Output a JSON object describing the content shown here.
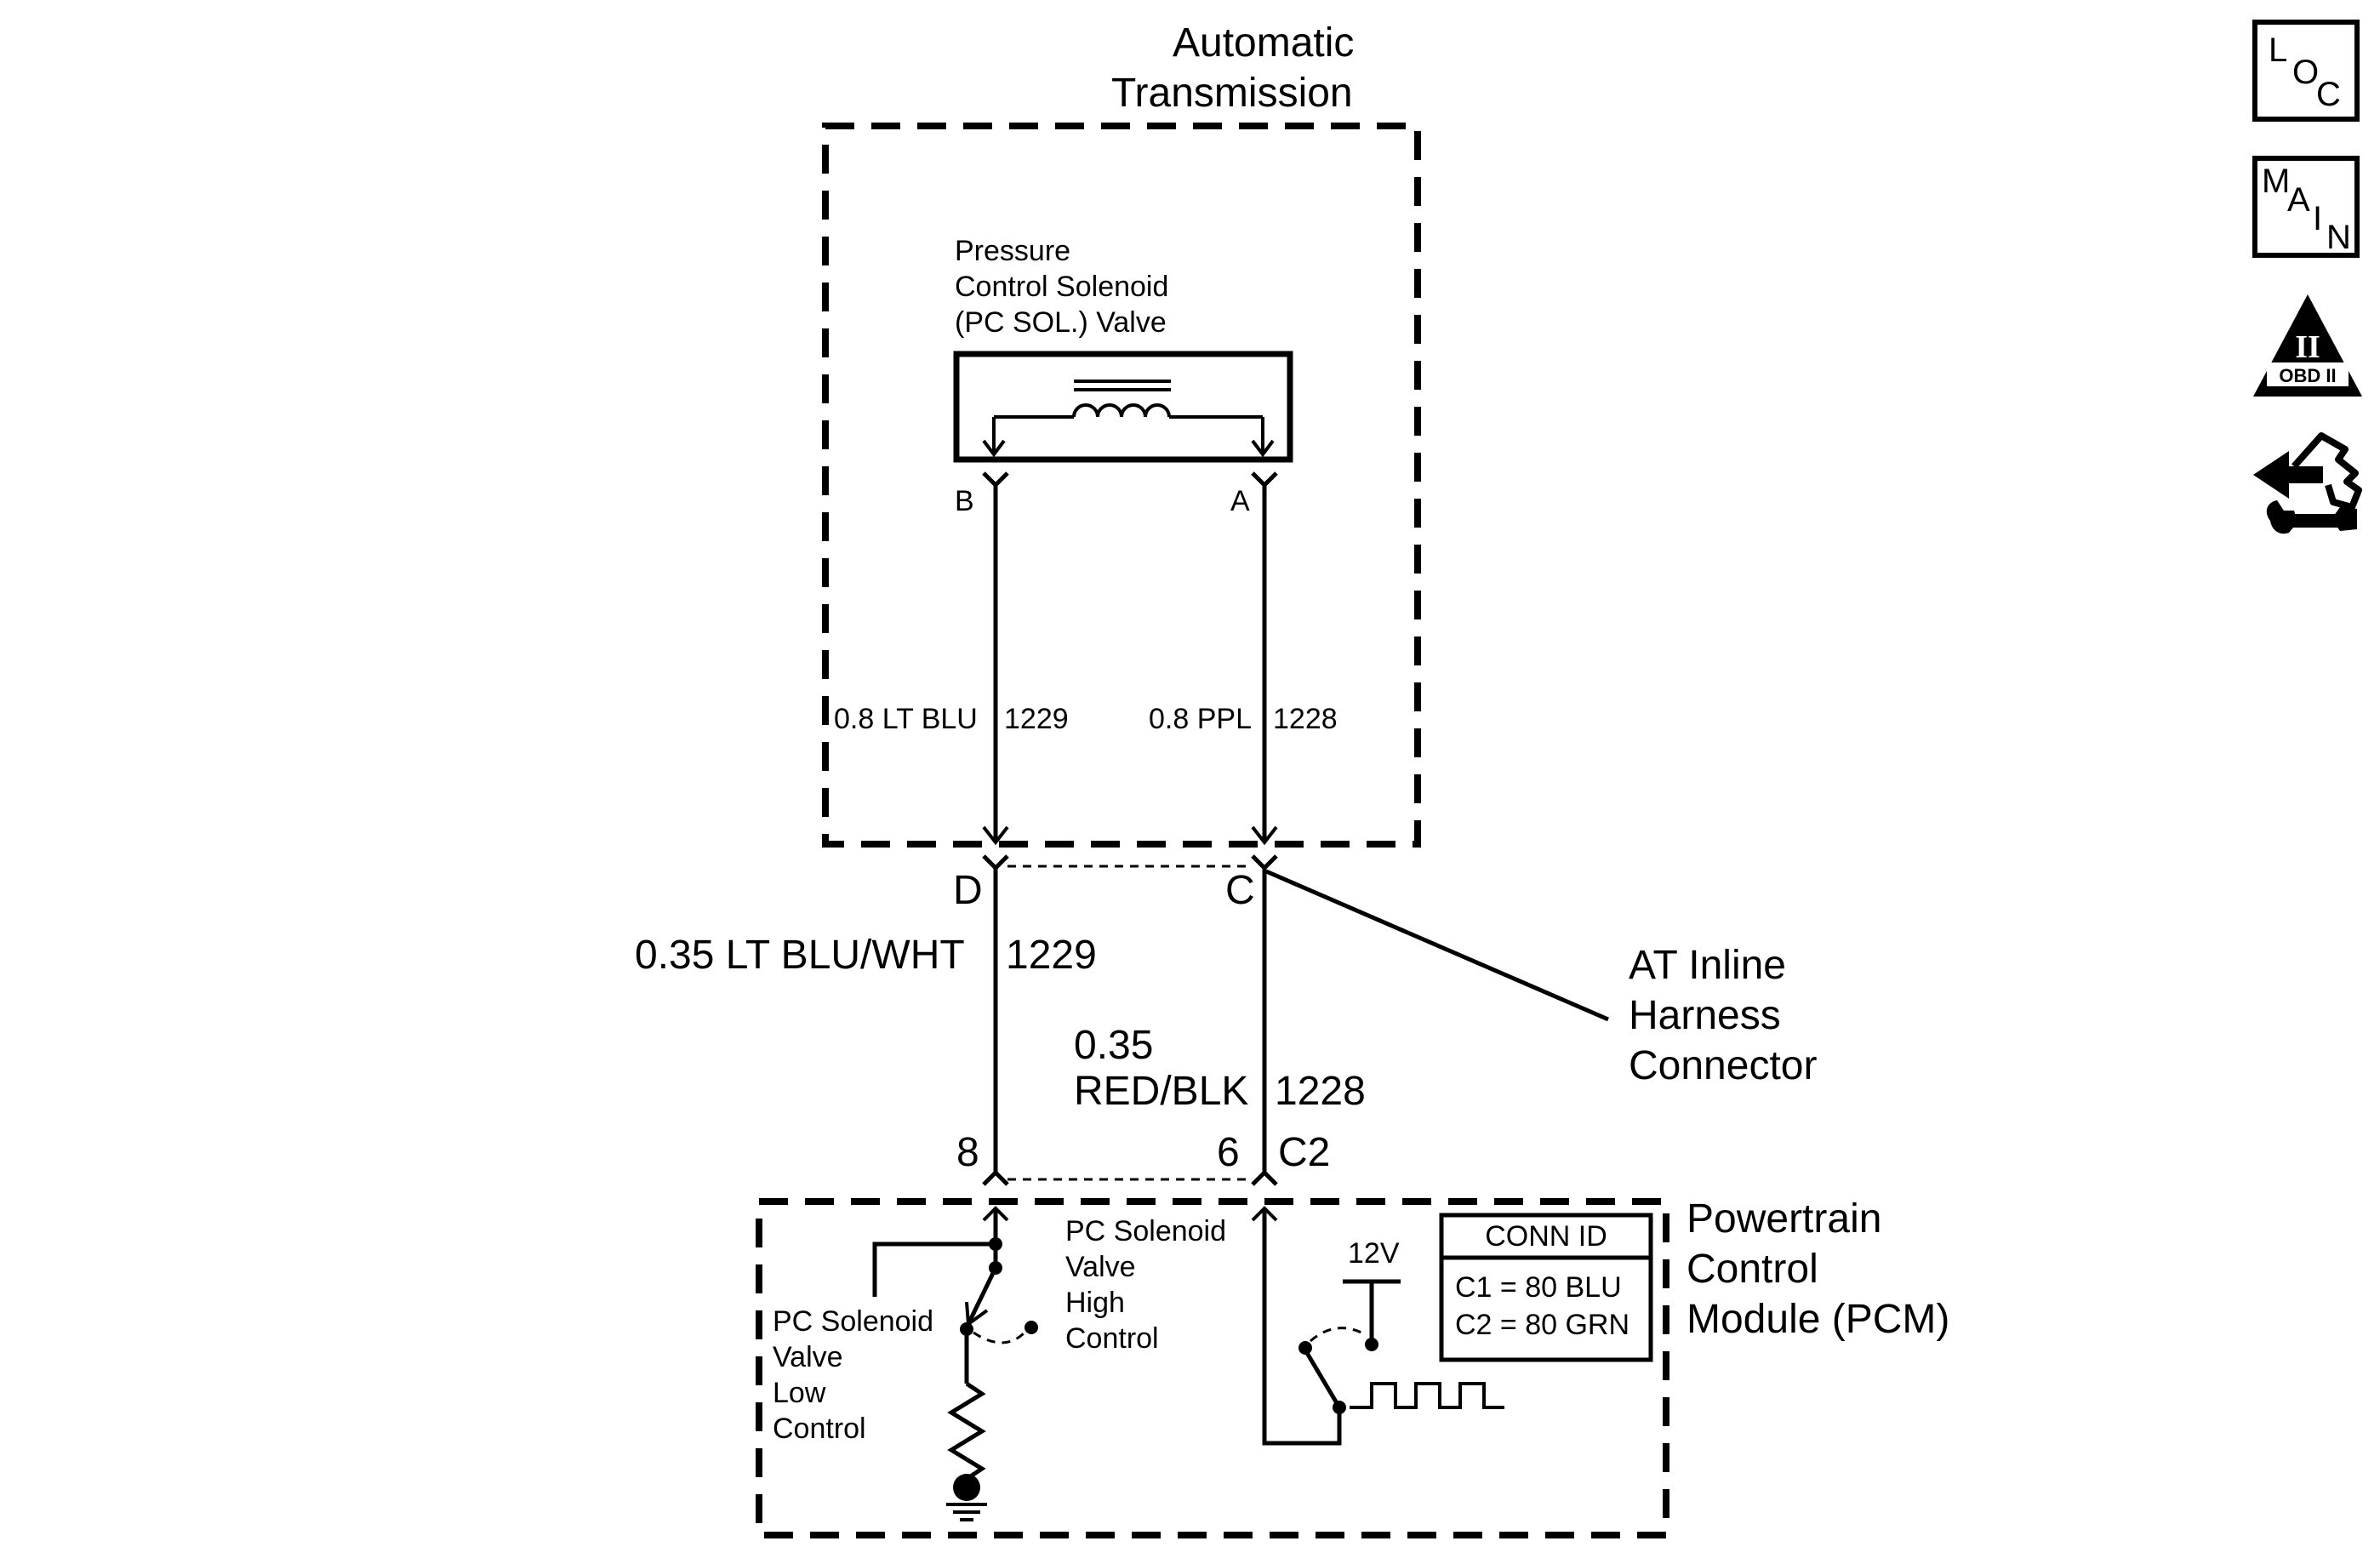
{
  "transmission": {
    "title_line1": "Automatic",
    "title_line2": "Transmission"
  },
  "solenoid": {
    "label_line1": "Pressure",
    "label_line2": "Control Solenoid",
    "label_line3": "(PC SOL.) Valve",
    "pin_b": "B",
    "pin_a": "A"
  },
  "wires": {
    "upper_left_label": "0.8 LT BLU",
    "upper_left_circuit": "1229",
    "upper_right_label": "0.8 PPL",
    "upper_right_circuit": "1228",
    "lower_left_label": "0.35 LT BLU/WHT",
    "lower_left_circuit": "1229",
    "lower_right_label_line1": "0.35",
    "lower_right_label_line2": "RED/BLK",
    "lower_right_circuit": "1228"
  },
  "inline_connector": {
    "pin_d": "D",
    "pin_c": "C",
    "label_line1": "AT Inline",
    "label_line2": "Harness",
    "label_line3": "Connector"
  },
  "pcm": {
    "pin_8": "8",
    "pin_6": "6",
    "connector": "C2",
    "label_line1": "Powertrain",
    "label_line2": "Control",
    "label_line3": "Module (PCM)",
    "high_control_line1": "PC Solenoid",
    "high_control_line2": "Valve",
    "high_control_line3": "High",
    "high_control_line4": "Control",
    "low_control_line1": "PC Solenoid",
    "low_control_line2": "Valve",
    "low_control_line3": "Low",
    "low_control_line4": "Control",
    "voltage": "12V",
    "conn_id_title": "CONN ID",
    "conn_id_c1": "C1 = 80 BLU",
    "conn_id_c2": "C2 = 80 GRN"
  },
  "nav": {
    "loc_l": "L",
    "loc_o": "O",
    "loc_c": "C",
    "main_m": "M",
    "main_a": "A",
    "main_i": "I",
    "main_n": "N",
    "obd_numeral": "II",
    "obd_text": "OBD II",
    "icons": [
      "loc-icon",
      "main-icon",
      "obd-ii-icon",
      "diagnostic-tool-icon"
    ]
  }
}
